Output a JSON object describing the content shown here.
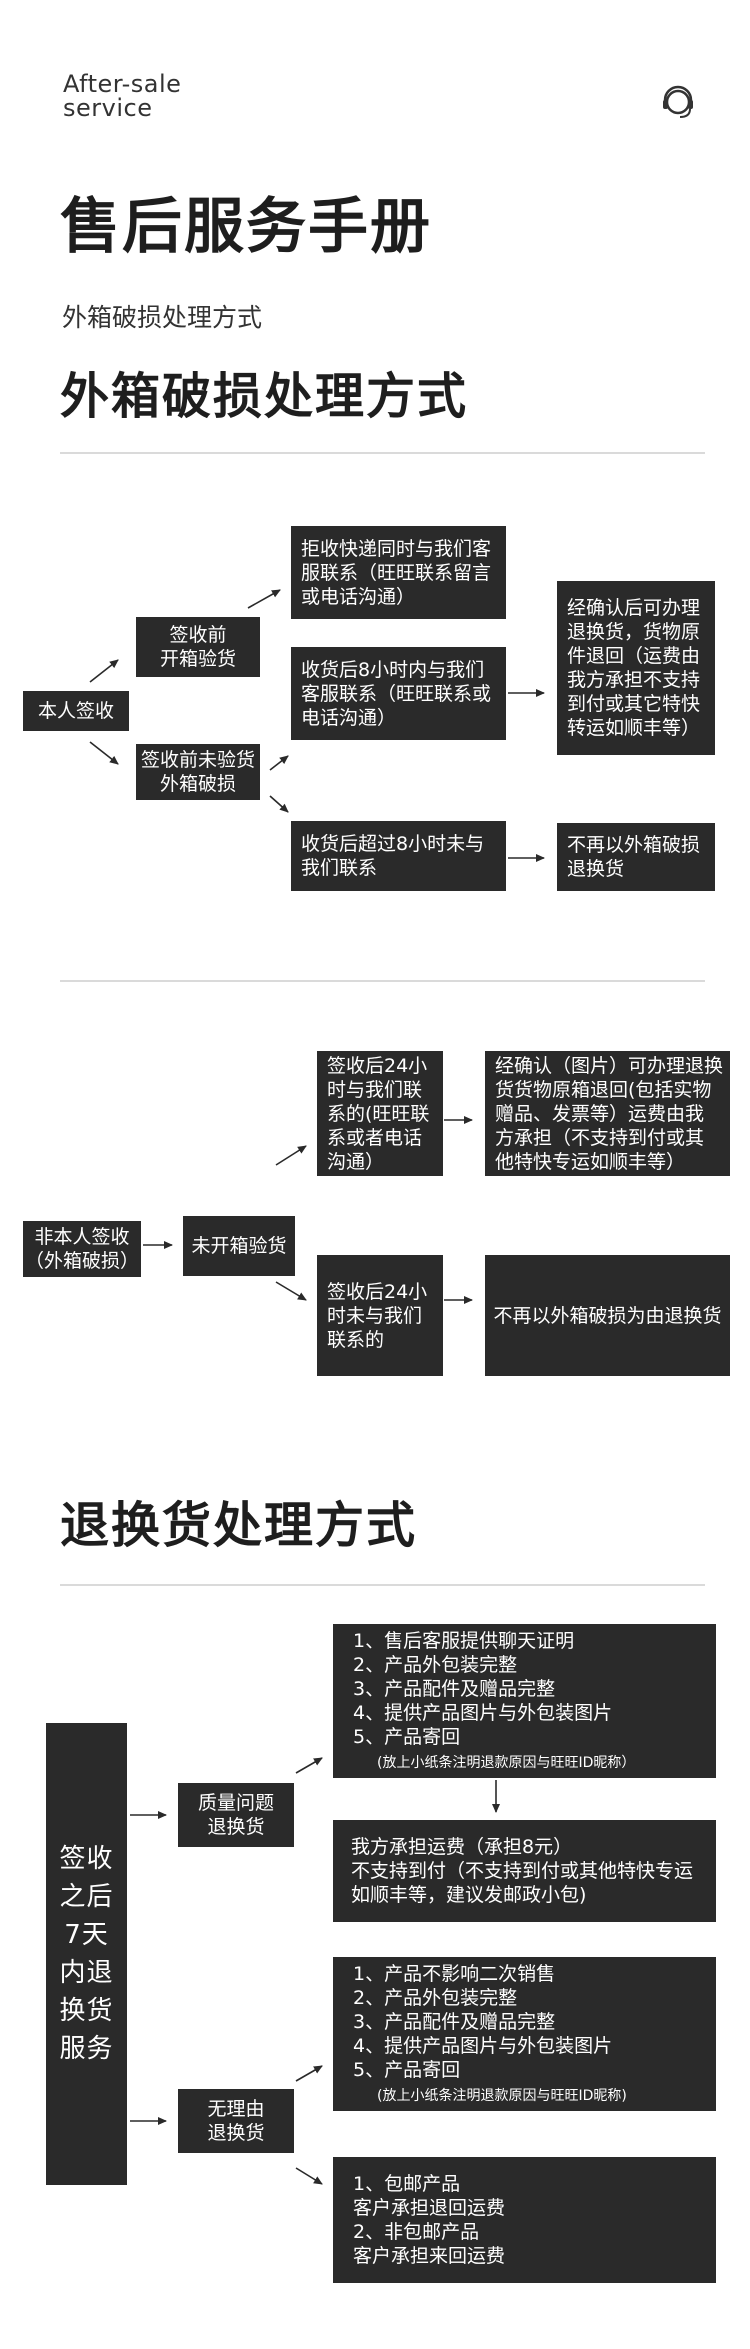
{
  "header": {
    "brand": "After-sale\nservice",
    "title": "售后服务手册",
    "subtitle": "外箱破损处理方式"
  },
  "section1": {
    "heading": "外箱破损处理方式",
    "start": "本人签收",
    "branch_a": "签收前\n开箱验货",
    "branch_b": "签收前未验货\n外箱破损",
    "opt_reject": "拒收快递同时与我们客\n服联系（旺旺联系留言\n或电话沟通）",
    "opt_8h": "收货后8小时内与我们\n客服联系（旺旺联系或\n电话沟通）",
    "opt_over8h": "收货后超过8小时未与\n我们联系",
    "result_ok": "经确认后可办理\n退换货，货物原\n件退回（运费由\n我方承担不支持\n到付或其它特快\n转运如顺丰等）",
    "result_no": "不再以外箱破损\n退换货"
  },
  "section2": {
    "start": "非本人签收\n（外箱破损）",
    "mid": "未开箱验货",
    "opt_24h": "签收后24小\n时与我们联\n系的(旺旺联\n系或者电话\n沟通）",
    "opt_over24h": "签收后24小\n时未与我们\n联系的",
    "result_ok": "经确认（图片）可办理退换\n货货物原箱退回(包括实物\n赠品、发票等）运费由我\n方承担（不支持到付或其\n他特快专运如顺丰等）",
    "result_no": "不再以外箱破损为由退换货"
  },
  "section3": {
    "heading": "退换货处理方式",
    "left": "签收\n之后\n7天\n内退\n换货\n服务",
    "quality": "质量问题\n退换货",
    "noreason": "无理由\n退换货",
    "quality_list": "1、售后客服提供聊天证明\n2、产品外包装完整\n3、产品配件及赠品完整\n4、提供产品图片与外包装图片\n5、产品寄回",
    "quality_note": "(放上小纸条注明退款原因与旺旺ID昵称）",
    "quality_ship": "我方承担运费（承担8元）\n不支持到付（不支持到付或其他特快专运\n如顺丰等，建议发邮政小包)",
    "noreason_list": "1、产品不影响二次销售\n2、产品外包装完整\n3、产品配件及赠品完整\n4、提供产品图片与外包装图片\n5、产品寄回",
    "noreason_note": "(放上小纸条注明退款原因与旺旺ID昵称)",
    "noreason_ship": "1、包邮产品\n客户承担退回运费\n2、非包邮产品\n客户承担来回运费"
  }
}
